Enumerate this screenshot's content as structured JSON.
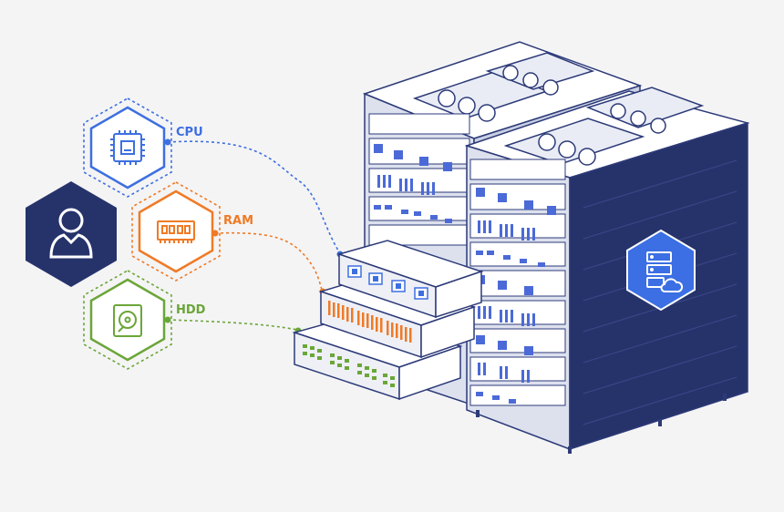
{
  "labels": {
    "cpu": "CPU",
    "ram": "RAM",
    "hdd": "HDD"
  },
  "colors": {
    "background": "#f4f4f5",
    "cpu": "#3d6fe0",
    "ram": "#f07a25",
    "hdd": "#6ba638",
    "navy": "#26336b",
    "outline": "#2c3a78",
    "rack_face": "#dde1ee",
    "cloud_badge": "#3b6fe3"
  },
  "icons": {
    "user": "user-icon",
    "cpu": "cpu-chip-icon",
    "ram": "ram-module-icon",
    "hdd": "hard-disk-icon",
    "cloud_server": "cloud-server-icon"
  }
}
